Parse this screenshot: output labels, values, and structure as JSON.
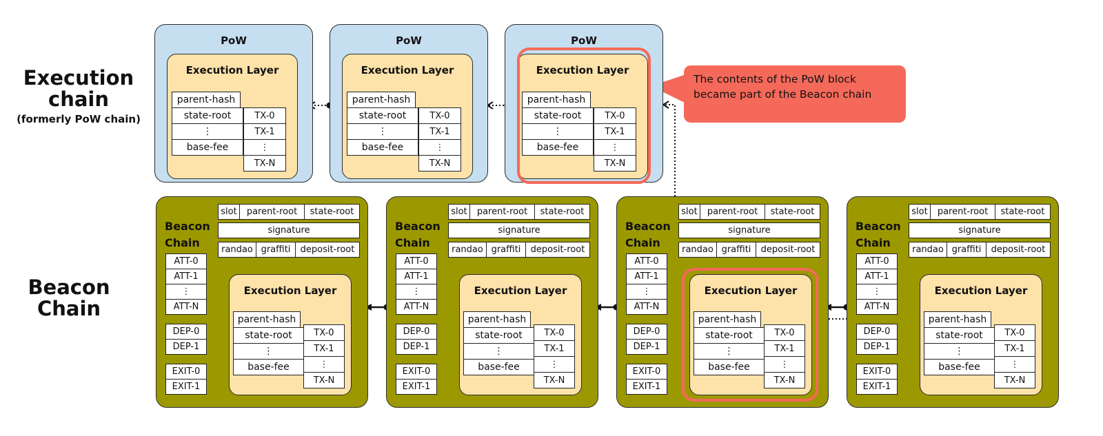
{
  "rows": {
    "execution": {
      "title": "Execution chain",
      "subtitle": "(formerly PoW chain)"
    },
    "beacon": {
      "title": "Beacon Chain"
    }
  },
  "pow_block": {
    "title": "PoW",
    "exec_layer": {
      "title": "Execution Layer",
      "header_fields": [
        "parent-hash",
        "state-root",
        "⋮",
        "base-fee"
      ],
      "transactions": [
        "TX-0",
        "TX-1",
        "⋮",
        "TX-N"
      ]
    }
  },
  "beacon_block": {
    "title": "Beacon Chain",
    "header_row1": [
      "slot",
      "parent-root",
      "state-root"
    ],
    "signature": "signature",
    "header_row3": [
      "randao",
      "graffiti",
      "deposit-root"
    ],
    "attestations": [
      "ATT-0",
      "ATT-1",
      "⋮",
      "ATT-N"
    ],
    "deposits": [
      "DEP-0",
      "DEP-1"
    ],
    "exits": [
      "EXIT-0",
      "EXIT-1"
    ],
    "exec_layer": {
      "title": "Execution Layer",
      "header_fields": [
        "parent-hash",
        "state-root",
        "⋮",
        "base-fee"
      ],
      "transactions": [
        "TX-0",
        "TX-1",
        "⋮",
        "TX-N"
      ]
    }
  },
  "callout": {
    "line1": "The contents of the PoW block",
    "line2": "became part of the Beacon chain"
  },
  "colors": {
    "pow_block": "#c5def0",
    "beacon_block": "#9c9800",
    "exec_layer": "#fde2aa",
    "highlight": "#f4695a"
  }
}
